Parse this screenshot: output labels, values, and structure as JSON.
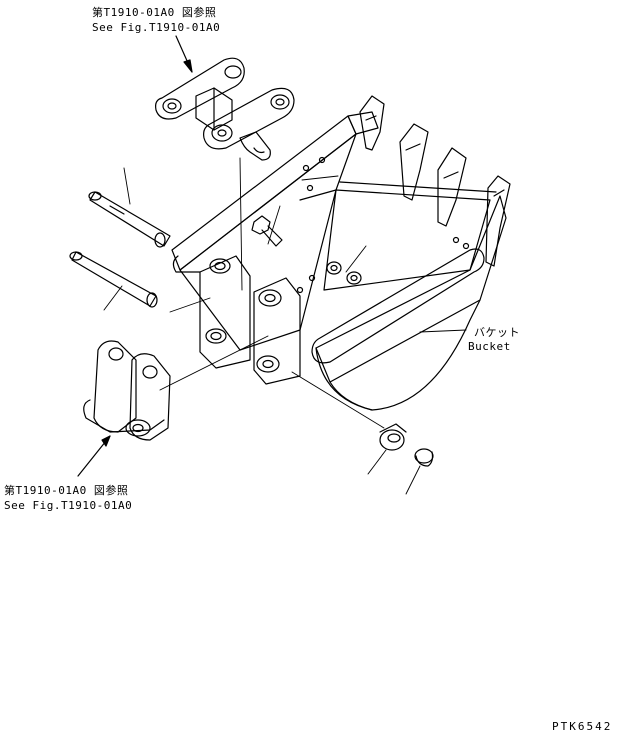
{
  "top_ref": {
    "jp": "第T1910-01A0 図参照",
    "en": "See Fig.T1910-01A0"
  },
  "bottom_ref": {
    "jp": "第T1910-01A0 図参照",
    "en": "See Fig.T1910-01A0"
  },
  "bucket_label": {
    "jp": "バケット",
    "en": "Bucket"
  },
  "drawing_code": "PTK6542"
}
